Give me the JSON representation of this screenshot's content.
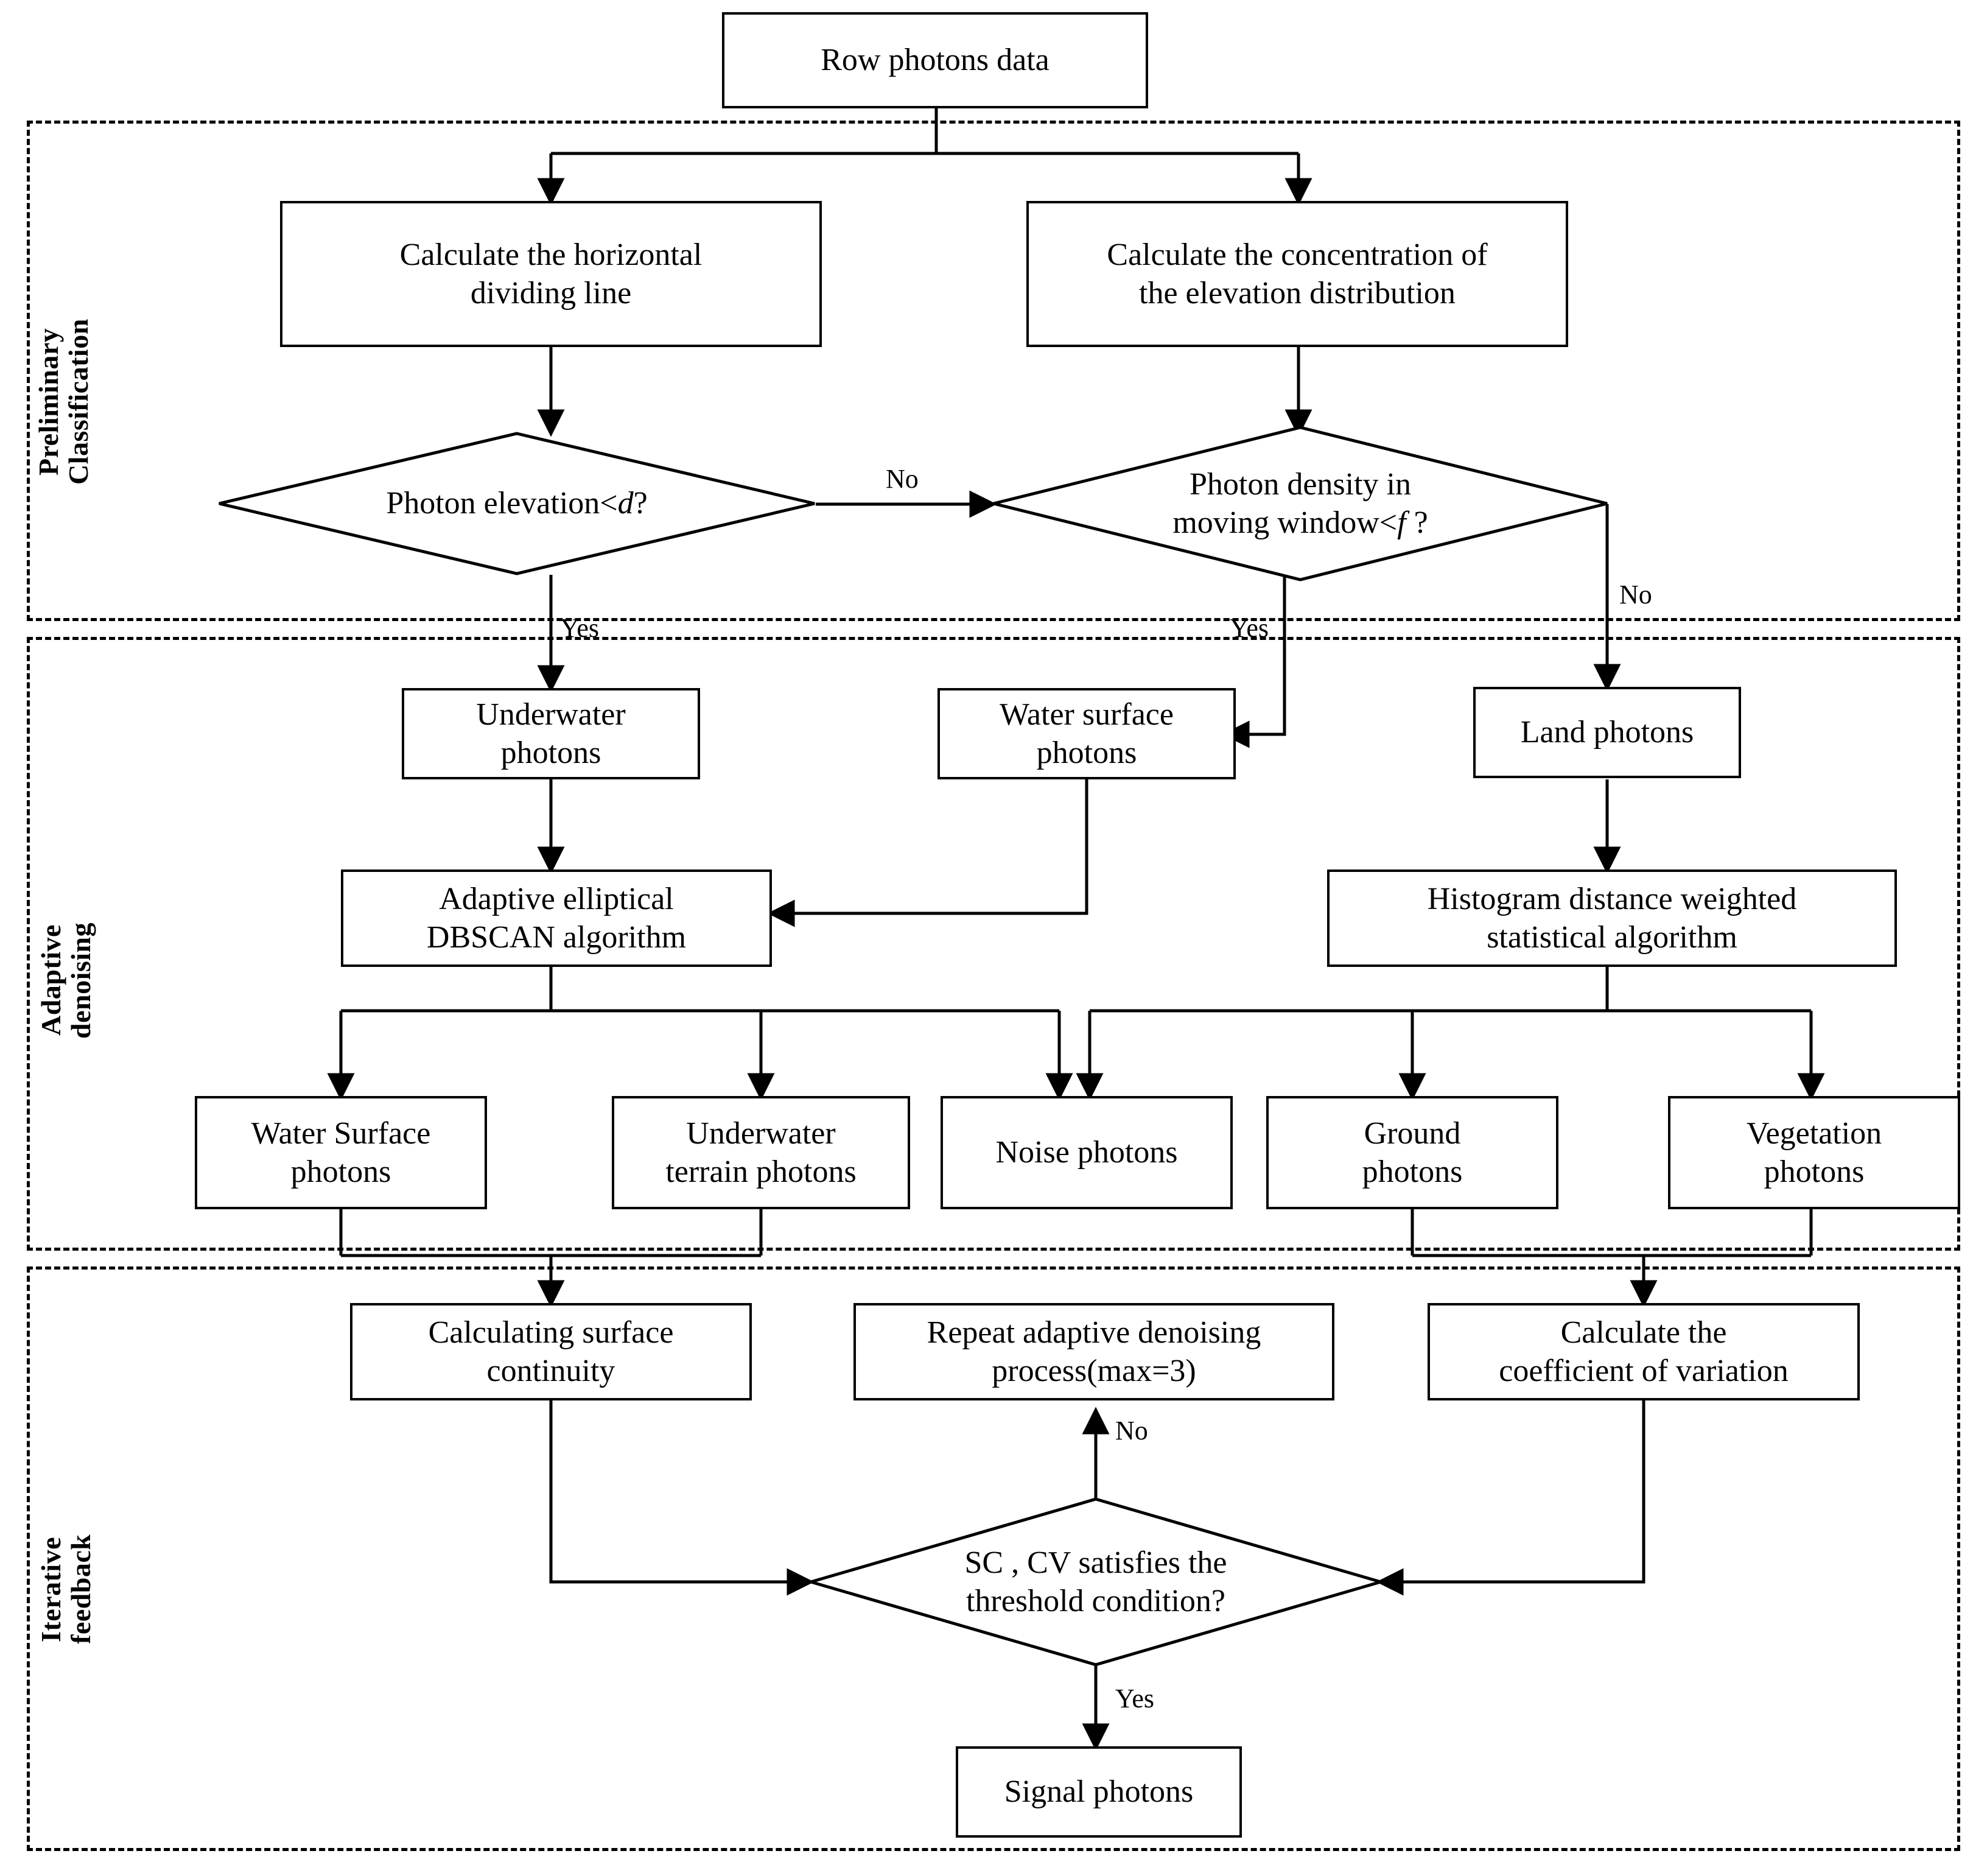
{
  "diagram": {
    "title": "Photon classification and adaptive denoising flowchart",
    "colors": {
      "stroke": "#000000",
      "fill": "#ffffff",
      "text": "#000000"
    },
    "sections": [
      {
        "id": "preliminary",
        "label": "Preliminary\nClassification"
      },
      {
        "id": "denoising",
        "label": "Adaptive\ndenoising"
      },
      {
        "id": "feedback",
        "label": "Iterative\nfeedback"
      }
    ],
    "nodes": {
      "row_photons": "Row photons data",
      "calc_horizontal": "Calculate the horizontal\ndividing line",
      "calc_concentration": "Calculate the concentration of\nthe elevation distribution",
      "decision_elevation_a": "Photon elevation<",
      "decision_elevation_var": "d",
      "decision_elevation_b": "?",
      "decision_density_a": "Photon density in\nmoving window<",
      "decision_density_var": "f",
      "decision_density_b": " ?",
      "underwater_photons": "Underwater\nphotons",
      "water_surface_photons": "Water surface\nphotons",
      "land_photons": "Land photons",
      "dbscan": "Adaptive elliptical\nDBSCAN algorithm",
      "histogram": "Histogram distance weighted\nstatistical algorithm",
      "water_surface_photons_out": "Water Surface\nphotons",
      "underwater_terrain_photons": "Underwater\nterrain photons",
      "noise_photons": "Noise photons",
      "ground_photons": "Ground\nphotons",
      "vegetation_photons": "Vegetation\nphotons",
      "calculating_sc": "Calculating surface\ncontinuity",
      "repeat_denoising": "Repeat adaptive denoising\nprocess(max=3)",
      "calculate_cv": "Calculate the\ncoefficient of variation",
      "decision_threshold": "SC , CV satisfies the\nthreshold condition?",
      "signal_photons": "Signal photons"
    },
    "edge_labels": {
      "no_elevation": "No",
      "yes_elevation": "Yes",
      "yes_density": "Yes",
      "no_density": "No",
      "no_threshold": "No",
      "yes_threshold": "Yes"
    }
  }
}
